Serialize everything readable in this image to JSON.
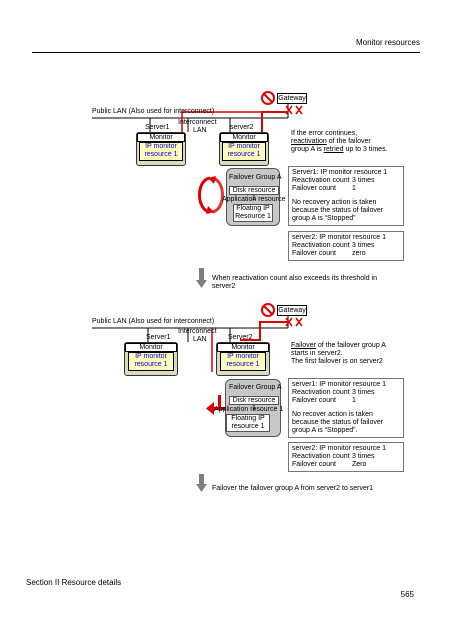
{
  "header": {
    "title": "Monitor resources"
  },
  "diagram1": {
    "public_lan": "Public LAN (Also used for interconnect)",
    "gateway": "Gateway",
    "interconnect": "Interconnect",
    "lan": "LAN",
    "server1": "Server1",
    "server2": "server2",
    "monitor_resource": "Monitor resource",
    "ip_monitor_line1": "IP monitor",
    "ip_monitor_line2": "resource 1",
    "failover_group": "Failover Group A",
    "disk_resource": "Disk resource 1",
    "app_resource": "Application resource 1",
    "floating_ip_line1": "Floating IP",
    "floating_ip_line2": "Resource 1",
    "note1": {
      "line1": "If    the    error    continues,",
      "line2_a": "reactivation",
      "line2_b": "  of  the  failover",
      "line3_a": "group A is ",
      "line3_b": "retried",
      "line3_c": " up to 3 times."
    },
    "note2": {
      "title": "Server1: IP monitor resource 1",
      "r1_label": "Reactivation count",
      "r1_value": "3 times",
      "r2_label": "Failover count",
      "r2_value": "1",
      "line1": "No  recovery  action  is  taken",
      "line2": "because  the  status  of  failover",
      "line3": "group A is “Stopped”"
    },
    "note3": {
      "title": "server2: IP monitor resource 1",
      "r1_label": "Reactivation count",
      "r1_value": "3 times",
      "r2_label": "Failover count",
      "r2_value": "zero"
    }
  },
  "transition1": {
    "line1": "When  reactivation  count  also  exceeds  its  threshold  in",
    "line2": "server2"
  },
  "diagram2": {
    "public_lan": "Public LAN (Also used for interconnect)",
    "gateway": "Gateway",
    "interconnect": "Interconnect",
    "lan": "LAN",
    "server1": "Server1",
    "server2": "Server2",
    "monitor_resource": "Monitor resource",
    "ip_monitor_line1": "IP monitor",
    "ip_monitor_line2": "resource 1",
    "failover_group": "Failover Group A",
    "disk_resource": "Disk resource 1",
    "app_resource": "Application resource 1",
    "floating_ip_line1": "Floating IP",
    "floating_ip_line2": "resource 1",
    "note1": {
      "line1_a": "Failover",
      "line1_b": " of the failover group A",
      "line2": "starts in server2.",
      "line3": "The first failover is on server2"
    },
    "note2": {
      "title": "server1: IP monitor resource 1",
      "r1_label": "Reactivation count",
      "r1_value": "3 times",
      "r2_label": "Failover count",
      "r2_value": "1",
      "line1": "No  recover  action  is  taken",
      "line2": "because  the  status  of  failover",
      "line3": "group A is “Stopped”."
    },
    "note3": {
      "title": "server2: IP monitor resource 1",
      "r1_label": "Reactivation count",
      "r1_value": "3 times",
      "r2_label": "Failover count",
      "r2_value": "Zero"
    }
  },
  "transition2": {
    "line1": "Failover the failover group A from server2 to server1"
  },
  "footer": {
    "section": "Section II Resource details",
    "page": "565"
  },
  "colors": {
    "server_fill": "#d8dcbd",
    "monitor_fill": "#fffbbe",
    "group_fill": "#c7c7c7",
    "alert_red": "#e00000",
    "arrow_gray": "#7f7f7f"
  }
}
